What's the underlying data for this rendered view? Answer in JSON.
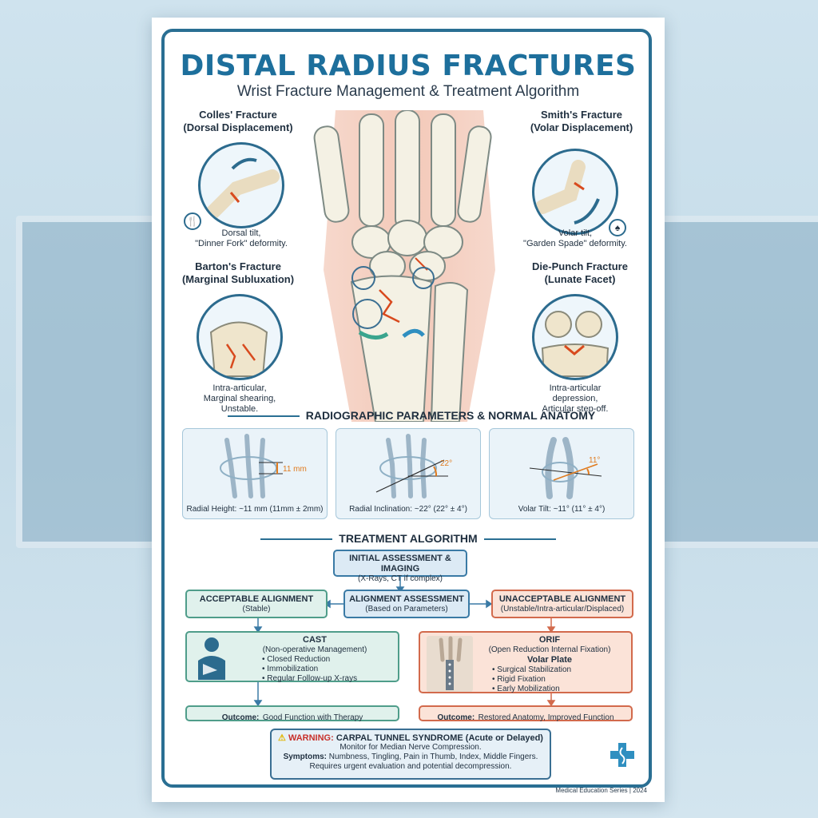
{
  "header": {
    "title": "DISTAL RADIUS FRACTURES",
    "subtitle": "Wrist Fracture Management & Treatment Algorithm"
  },
  "fractures": [
    {
      "name": "Colles' Fracture",
      "sub": "(Dorsal Displacement)",
      "desc1": "Dorsal tilt,",
      "desc2": "\"Dinner Fork\" deformity.",
      "icon": "fork-icon"
    },
    {
      "name": "Smith's Fracture",
      "sub": "(Volar Displacement)",
      "desc1": "Volar tilt,",
      "desc2": "\"Garden Spade\" deformity.",
      "icon": "spade-icon"
    },
    {
      "name": "Barton's Fracture",
      "sub": "(Marginal Subluxation)",
      "desc1": "Intra-articular,",
      "desc2": "Marginal shearing,",
      "desc3": "Unstable."
    },
    {
      "name": "Die-Punch Fracture",
      "sub": "(Lunate Facet)",
      "desc1": "Intra-articular",
      "desc2": "depression,",
      "desc3": "Articular step-off."
    }
  ],
  "radiographic": {
    "header": "RADIOGRAPHIC PARAMETERS & NORMAL ANATOMY",
    "params": [
      {
        "caption": "Radial Height: ~11 mm (11mm ± 2mm)",
        "label": "11 mm"
      },
      {
        "caption": "Radial Inclination: ~22° (22° ± 4°)",
        "label": "22°"
      },
      {
        "caption": "Volar Tilt: ~11° (11° ± 4°)",
        "label": "11°"
      }
    ]
  },
  "algorithm": {
    "header": "TREATMENT ALGORITHM",
    "initial": {
      "title": "INITIAL ASSESSMENT & IMAGING",
      "sub": "(X-Rays, CT if complex)"
    },
    "acceptable": {
      "title": "ACCEPTABLE ALIGNMENT",
      "sub": "(Stable)"
    },
    "assessment": {
      "title": "ALIGNMENT ASSESSMENT",
      "sub": "(Based on Parameters)"
    },
    "unacceptable": {
      "title": "UNACCEPTABLE ALIGNMENT",
      "sub": "(Unstable/Intra-articular/Displaced)"
    },
    "cast": {
      "title": "CAST",
      "sub": "(Non-operative Management)",
      "items": [
        "Closed Reduction",
        "Immobilization",
        "Regular Follow-up X-rays"
      ]
    },
    "orif": {
      "title": "ORIF",
      "sub": "(Open Reduction Internal Fixation)",
      "sub2": "Volar Plate",
      "items": [
        "Surgical Stabilization",
        "Rigid Fixation",
        "Early Mobilization"
      ]
    },
    "outcome_cast": {
      "label": "Outcome:",
      "text": "Good Function with Therapy"
    },
    "outcome_orif": {
      "label": "Outcome:",
      "text": "Restored Anatomy, Improved Function"
    }
  },
  "warning": {
    "label": "WARNING:",
    "title": "CARPAL TUNNEL SYNDROME (Acute or Delayed)",
    "line1": "Monitor for Median Nerve Compression.",
    "symptoms_label": "Symptoms:",
    "symptoms": "Numbness, Tingling, Pain in Thumb, Index, Middle Fingers.",
    "line3": "Requires urgent evaluation and potential decompression."
  },
  "footer": "Medical Education Series | 2024",
  "colors": {
    "accent": "#1d6f9c",
    "green": "#4f9d8a",
    "orange": "#d26a4c",
    "warning": "#c8302a"
  }
}
